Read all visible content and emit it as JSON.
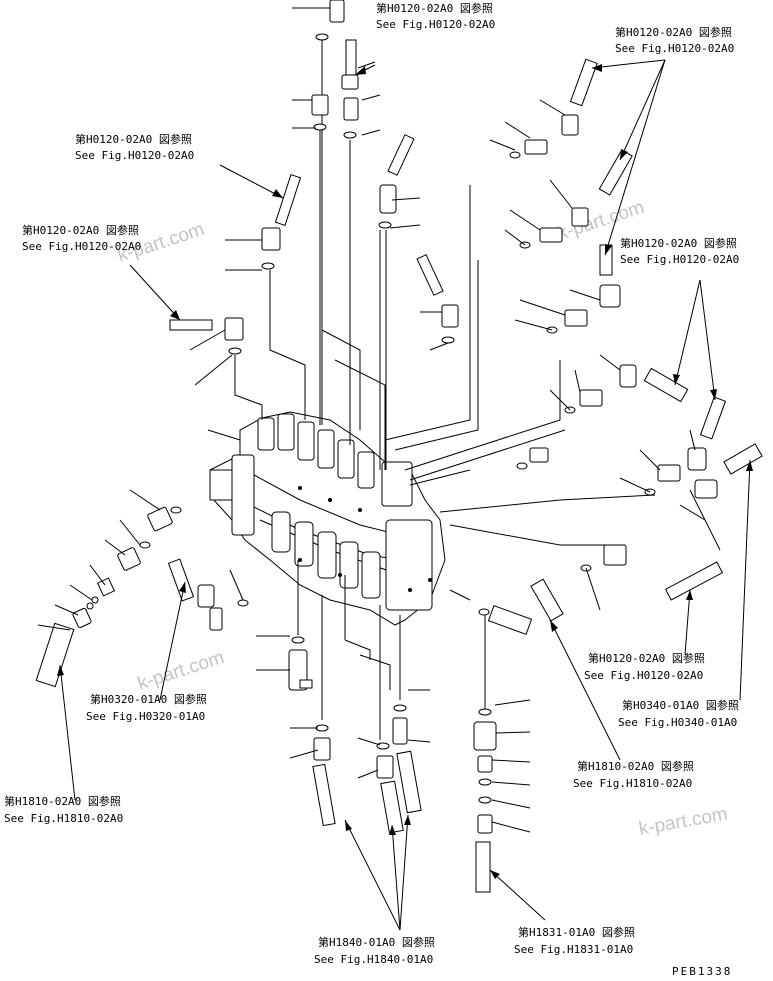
{
  "references": [
    {
      "jp": "第H0120-02A0 図参照",
      "en": "See Fig.H0120-02A0"
    },
    {
      "jp": "第H0120-02A0 図参照",
      "en": "See Fig.H0120-02A0"
    },
    {
      "jp": "第H0120-02A0 図参照",
      "en": "See Fig.H0120-02A0"
    },
    {
      "jp": "第H0120-02A0 図参照",
      "en": "See Fig.H0120-02A0"
    },
    {
      "jp": "第H0120-02A0 図参照",
      "en": "See Fig.H0120-02A0"
    },
    {
      "jp": "第H0320-01A0 図参照",
      "en": "See Fig.H0320-01A0"
    },
    {
      "jp": "第H0120-02A0 図参照",
      "en": "See Fig.H0120-02A0"
    },
    {
      "jp": "第H0340-01A0 図参照",
      "en": "See Fig.H0340-01A0"
    },
    {
      "jp": "第H1810-02A0 図参照",
      "en": "See Fig.H1810-02A0"
    },
    {
      "jp": "第H1810-02A0 図参照",
      "en": "See Fig.H1810-02A0"
    },
    {
      "jp": "第H1831-01A0 図参照",
      "en": "See Fig.H1831-01A0"
    },
    {
      "jp": "第H1840-01A0 図参照",
      "en": "See Fig.H1840-01A0"
    }
  ],
  "watermarks": [
    "k-part.com",
    "k-part.com",
    "k-part.com",
    "k-part.com"
  ],
  "drawing_code": "PEB1338"
}
